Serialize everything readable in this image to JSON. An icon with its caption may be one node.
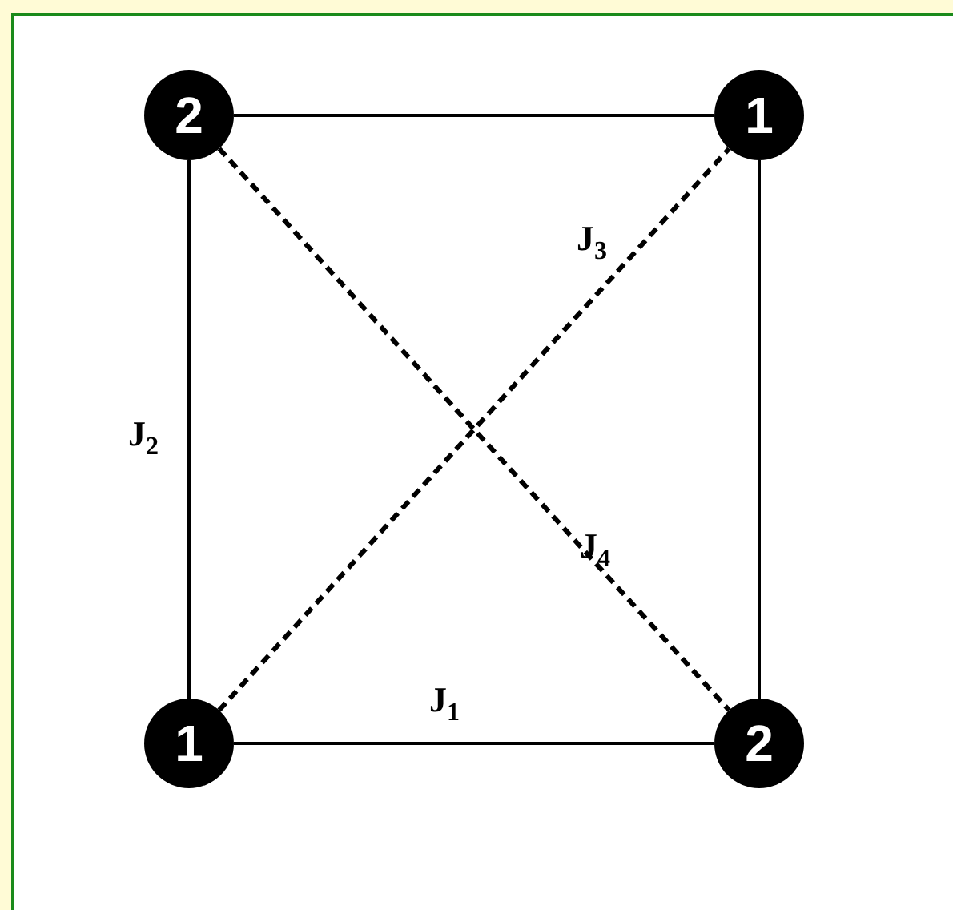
{
  "diagram": {
    "nodes": [
      {
        "text": [
          "2"
        ]
      },
      {
        "text": [
          "1"
        ]
      },
      {
        "text": [
          "1"
        ]
      },
      {
        "text": [
          "2"
        ]
      }
    ],
    "edges": [
      {
        "from": 0,
        "to": 1,
        "arrow": "none"
      },
      {
        "from": 0,
        "to": 2,
        "arrow": "none",
        "label": "J$_{2}$"
      },
      {
        "from": 2,
        "to": 3,
        "arrow": "none",
        "label": "J$_{1}$"
      },
      {
        "from": 1,
        "to": 3,
        "arrow": "none"
      },
      {
        "from": 2,
        "to": 1,
        "arrow": "none",
        "label": "J$_{3}$",
        "style": "dashed"
      },
      {
        "from": 0,
        "to": 3,
        "arrow": "none",
        "label": "J$_{4}$",
        "style": "dashed"
      }
    ]
  }
}
